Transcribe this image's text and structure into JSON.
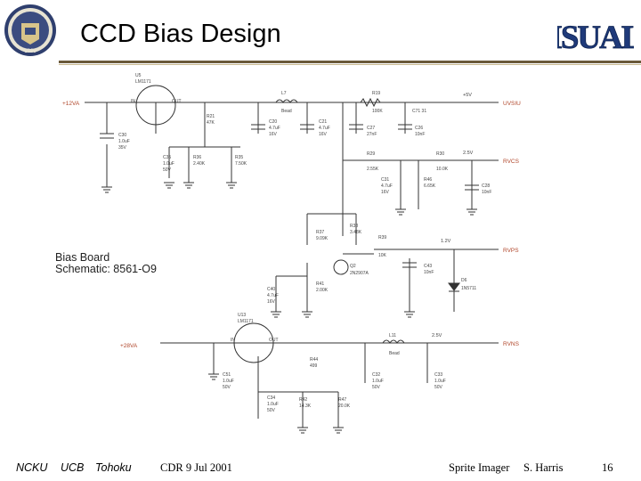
{
  "header": {
    "title": "CCD Bias Design",
    "logo_text": "ISUAL",
    "seal_text": "1868"
  },
  "caption": {
    "line1": "Bias Board",
    "line2": "Schematic: 8561-O9"
  },
  "schematic": {
    "ports": {
      "p2va": "+12VA",
      "p28va": "+28VA",
      "uvsiu": "UVSIU",
      "rvcs": "RVCS",
      "rvps": "RVPS",
      "rvns": "RVNS"
    },
    "rails": {
      "r5v": "+5V",
      "r2_5v": "2.5V",
      "r1_2v": "1.2V",
      "r2_5v_b": "2.5V"
    },
    "parts": {
      "u5": "U5",
      "u5_part": "LM1171",
      "u5_in": "IN",
      "u5_out": "OUT",
      "u13": "U13",
      "u13_part": "LM1171",
      "u13_in": "IN",
      "u13_out": "OUT",
      "l7": "L7",
      "l7_val": "Bead",
      "l11": "L11",
      "l11_val": "Bead",
      "r19": "R19",
      "r19_val": "100K",
      "r21": "R21",
      "r21_val": "47K",
      "r29": "R29",
      "r29_val": "2.55K",
      "r30": "R30",
      "r30_val": "10.0K",
      "r36": "R36",
      "r36_val": "2.40K",
      "r35": "R35",
      "r35_val": "7.50K",
      "r37": "R37",
      "r37_val": "9.09K",
      "r38": "R38",
      "r38_val": "3.48K",
      "r39": "R39",
      "r39_val": "10K",
      "r41": "R41",
      "r41_val": "2.00K",
      "r44": "R44",
      "r44_val": "499",
      "r46": "R46",
      "r46_val": "6.65K",
      "r42": "R42",
      "r42_val": "14.3K",
      "r47": "R47",
      "r47_val": "20.0K",
      "c30": "C30",
      "c30_val": "1.0uF",
      "c30_v": "35V",
      "c35": "C35",
      "c35_val": "1.0uF",
      "c35_v": "50V",
      "c20": "C20",
      "c20_val": "4.7uF",
      "c20_v": "16V",
      "c21": "C21",
      "c21_val": "4.7uF",
      "c21_v": "16V",
      "c27": "C27",
      "c27_val": "27nF",
      "c26": "C26",
      "c26_val": "10nF",
      "c31": "C31",
      "c31_val": "4.7uF",
      "c31_v": "16V",
      "c28": "C28",
      "c28_val": "10nF",
      "c43": "C43",
      "c43_val": "10nF",
      "c40": "C40",
      "c40_val": "4.7uF",
      "c40_v": "16V",
      "c51": "C51",
      "c51_val": "1.0uF",
      "c51_v": "50V",
      "c34": "C34",
      "c34_val": "1.0uF",
      "c34_v": "50V",
      "c32": "C32",
      "c32_val": "1.0uF",
      "c32_v": "50V",
      "c33": "C33",
      "c33_val": "1.0uF",
      "c33_v": "50V",
      "q2": "Q2",
      "q2_part": "2N2907A",
      "d6": "D6",
      "d6_part": "1N5711",
      "net": "C71 31"
    }
  },
  "footer": {
    "ncku": "NCKU",
    "ucb": "UCB",
    "tohoku": "Tohoku",
    "cdr": "CDR 9 Jul 2001",
    "project": "Sprite Imager",
    "author": "S. Harris",
    "page": "16"
  }
}
